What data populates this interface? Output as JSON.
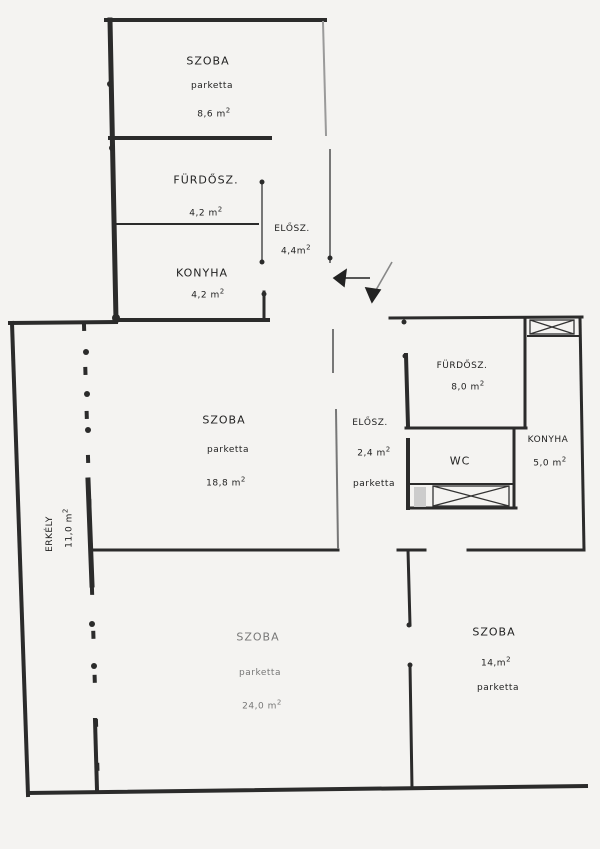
{
  "rooms": {
    "top_szoba": {
      "name": "SZOBA",
      "floor": "parketta",
      "area": "8,6 m",
      "unit_exp": "2"
    },
    "top_furdo": {
      "name": "FÜRDŐSZ.",
      "area": "4,2 m",
      "unit_exp": "2"
    },
    "eloter_top": {
      "name": "ELŐSZ.",
      "area": "4,4m",
      "unit_exp": "2"
    },
    "konyha_top": {
      "name": "KONYHA",
      "area": "4,2 m",
      "unit_exp": "2"
    },
    "szoba_mid": {
      "name": "SZOBA",
      "floor": "parketta",
      "area": "18,8 m",
      "unit_exp": "2"
    },
    "furdo_right": {
      "name": "FÜRDŐSZ.",
      "area": "8,0 m",
      "unit_exp": "2"
    },
    "eloter_right": {
      "name": "ELŐSZ.",
      "area": "2,4 m",
      "unit_exp": "2",
      "floor": "parketta"
    },
    "wc": {
      "name": "WC"
    },
    "konyha_right": {
      "name": "KONYHA",
      "area": "5,0 m",
      "unit_exp": "2"
    },
    "erkely": {
      "name": "ERKÉLY",
      "area": "11,0 m",
      "unit_exp": "2"
    },
    "szoba_bottom": {
      "name": "SZOBA",
      "floor": "parketta",
      "area": "24,0 m",
      "unit_exp": "2"
    },
    "szoba_br": {
      "name": "SZOBA",
      "area": "14,m",
      "unit_exp": "2",
      "floor": "parketta"
    }
  },
  "colors": {
    "wall": "#2b2b2b",
    "thin": "#555555",
    "faint": "#9a9a9a",
    "paper": "#f4f3f1"
  }
}
